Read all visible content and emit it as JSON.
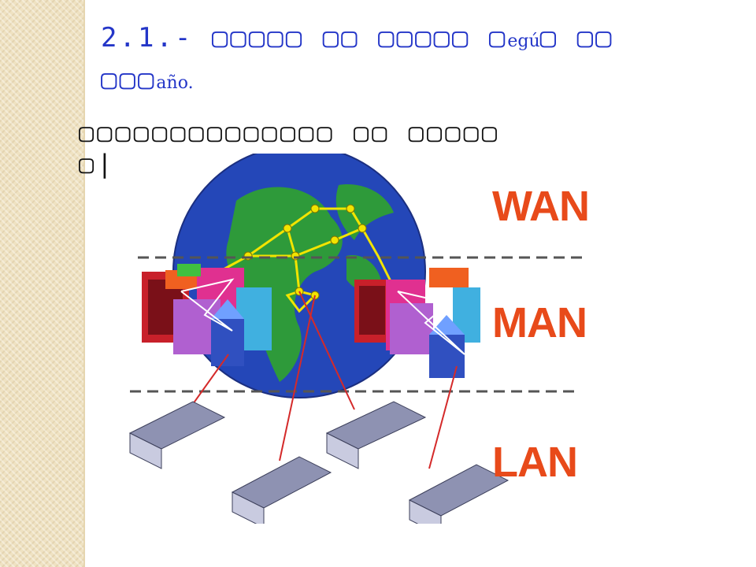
{
  "slide": {
    "title_line1": "2.1.- ▢▢▢▢▢ ▢▢ ▢▢▢▢▢ ▢",
    "title_line1_suffix": "egú",
    "title_line1_end": "▢ ▢▢",
    "title_line2": "▢▢▢",
    "title_line2_suffix": "año.",
    "subtitle_line1": "▢▢▢▢▢▢▢▢▢▢▢▢▢▢ ▢▢ ▢▢▢▢▢",
    "subtitle_line2": "▢|"
  },
  "diagram": {
    "labels": {
      "wan": "WAN",
      "man": "MAN",
      "lan": "LAN"
    },
    "colors": {
      "label": "#e84a1a",
      "globe_ocean": "#2447b8",
      "globe_land": "#2e9a3a",
      "link_yellow": "#f2e400",
      "link_red": "#d42a2a",
      "building_lan": "#8e92b2"
    }
  }
}
